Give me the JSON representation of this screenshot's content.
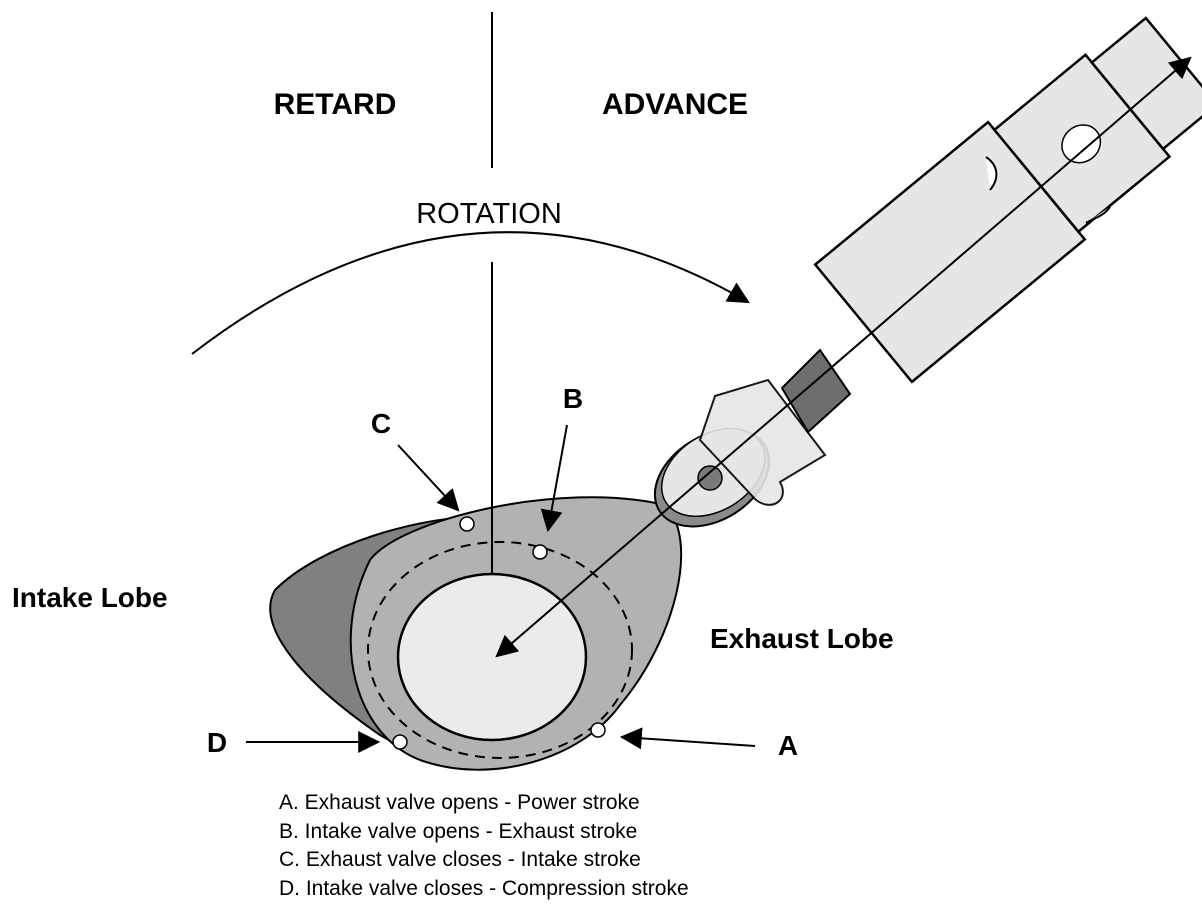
{
  "labels": {
    "retard": "RETARD",
    "advance": "ADVANCE",
    "rotation": "ROTATION",
    "intake_lobe": "Intake Lobe",
    "exhaust_lobe": "Exhaust Lobe",
    "point_a": "A",
    "point_b": "B",
    "point_c": "C",
    "point_d": "D"
  },
  "legend": [
    "A. Exhaust valve opens - Power stroke",
    "B. Intake valve opens - Exhaust stroke",
    "C. Exhaust valve closes - Intake stroke",
    "D. Intake valve closes - Compression stroke"
  ],
  "colors": {
    "intake_lobe": "#808080",
    "exhaust_lobe": "#b2b2b2",
    "base_circle": "#ebebeb",
    "lifter": "#e6e6e6",
    "connector": "#6e6e6e",
    "outline": "#000000"
  }
}
